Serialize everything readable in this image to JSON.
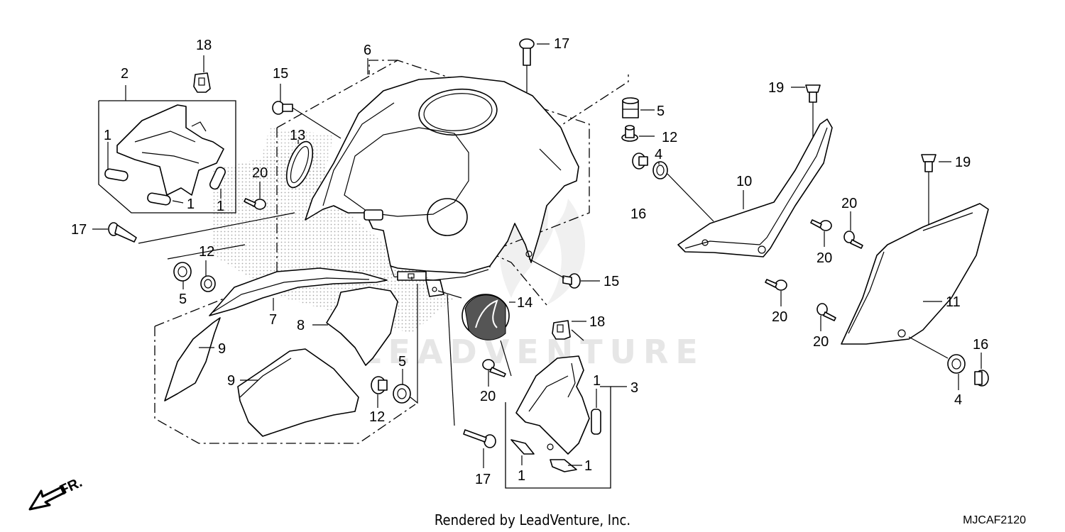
{
  "diagram": {
    "watermark": "LEADVENTURE",
    "footer": "Rendered by LeadVenture, Inc.",
    "diagram_code": "MJCAF2120",
    "direction_label": "FR.",
    "callouts": {
      "c2": "2",
      "c18a": "18",
      "c1a": "1",
      "c1b": "1",
      "c1c": "1",
      "c15a": "15",
      "c6": "6",
      "c17a": "17",
      "c5a": "5",
      "c12a": "12",
      "c4a": "4",
      "c16a": "16",
      "c19a": "19",
      "c10": "10",
      "c19b": "19",
      "c13": "13",
      "c20a": "20",
      "c17b": "17",
      "c12b": "12",
      "c5b": "5",
      "c7": "7",
      "c8": "8",
      "c9a": "9",
      "c9b": "9",
      "c15b": "15",
      "c14": "14",
      "c18b": "18",
      "c20b": "20",
      "c20c": "20",
      "c20d": "20",
      "c20e": "20",
      "c20f": "20",
      "c11": "11",
      "c16b": "16",
      "c4b": "4",
      "c5c": "5",
      "c12c": "12",
      "c3": "3",
      "c1d": "1",
      "c1e": "1",
      "c1f": "1",
      "c17c": "17"
    }
  }
}
